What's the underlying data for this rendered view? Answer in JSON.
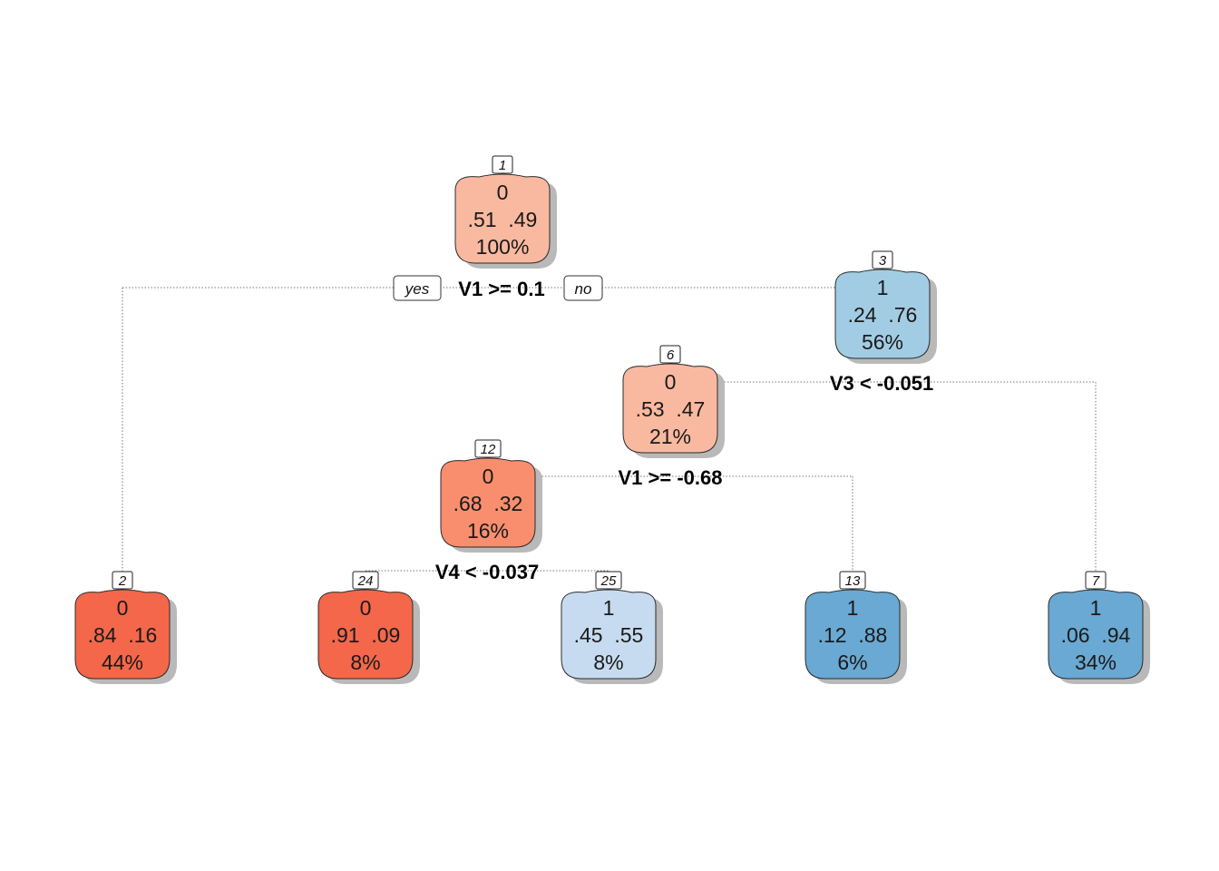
{
  "tree": {
    "nodes": [
      {
        "id": "1",
        "cls": "0",
        "p0": ".51",
        "p1": ".49",
        "pct": "100%",
        "color": "#f9b9a0"
      },
      {
        "id": "3",
        "cls": "1",
        "p0": ".24",
        "p1": ".76",
        "pct": "56%",
        "color": "#a2cce3"
      },
      {
        "id": "6",
        "cls": "0",
        "p0": ".53",
        "p1": ".47",
        "pct": "21%",
        "color": "#f9b9a0"
      },
      {
        "id": "12",
        "cls": "0",
        "p0": ".68",
        "p1": ".32",
        "pct": "16%",
        "color": "#f88e6e"
      },
      {
        "id": "2",
        "cls": "0",
        "p0": ".84",
        "p1": ".16",
        "pct": "44%",
        "color": "#f4674a"
      },
      {
        "id": "24",
        "cls": "0",
        "p0": ".91",
        "p1": ".09",
        "pct": "8%",
        "color": "#f4674a"
      },
      {
        "id": "25",
        "cls": "1",
        "p0": ".45",
        "p1": ".55",
        "pct": "8%",
        "color": "#c6dbef"
      },
      {
        "id": "13",
        "cls": "1",
        "p0": ".12",
        "p1": ".88",
        "pct": "6%",
        "color": "#69a9d3"
      },
      {
        "id": "7",
        "cls": "1",
        "p0": ".06",
        "p1": ".94",
        "pct": "34%",
        "color": "#69a9d3"
      }
    ],
    "splits": [
      {
        "node": "1",
        "label": "V1 >= 0.1"
      },
      {
        "node": "3",
        "label": "V3 < -0.051"
      },
      {
        "node": "6",
        "label": "V1 >= -0.68"
      },
      {
        "node": "12",
        "label": "V4 < -0.037"
      }
    ],
    "branch_labels": {
      "yes": "yes",
      "no": "no"
    }
  }
}
